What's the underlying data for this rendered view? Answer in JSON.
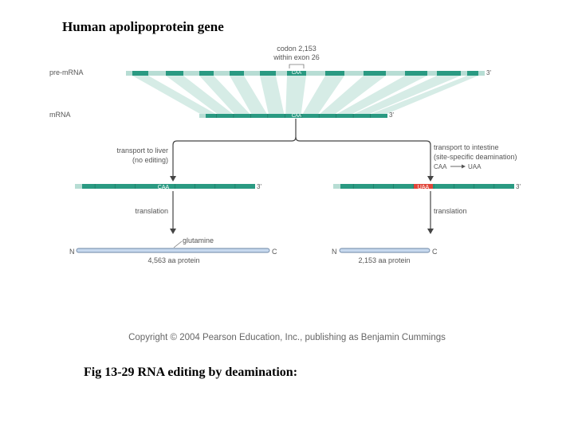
{
  "slide": {
    "title": "Human apolipoprotein gene",
    "caption": "Fig 13-29 RNA editing by deamination:"
  },
  "diagram": {
    "codon_label_line1": "codon 2,153",
    "codon_label_line2": "within exon 26",
    "pre_mrna_label": "pre-mRNA",
    "mrna_label": "mRNA",
    "three_prime": "3'",
    "codon_caa": "CAA",
    "codon_uaa": "UAA",
    "liver_line1": "transport to liver",
    "liver_line2": "(no editing)",
    "intestine_line1": "transport to intestine",
    "intestine_line2": "(site-specific deamination)",
    "edit_from": "CAA",
    "edit_to": "UAA",
    "translation": "translation",
    "glutamine": "glutamine",
    "n_terminus": "N",
    "c_terminus": "C",
    "liver_protein": "4,563 aa protein",
    "intestine_protein": "2,153 aa protein",
    "copyright": "Copyright © 2004 Pearson Education, Inc., publishing as Benjamin Cummings"
  },
  "colors": {
    "exon": "#2a9a82",
    "intron": "#b7ddd4",
    "fan": "#d6ece6",
    "edited_codon": "#e0463a",
    "protein_fill": "#c7d9ee",
    "protein_stroke": "#6e87a6",
    "text_gray": "#555555",
    "copyright_gray": "#666666"
  }
}
